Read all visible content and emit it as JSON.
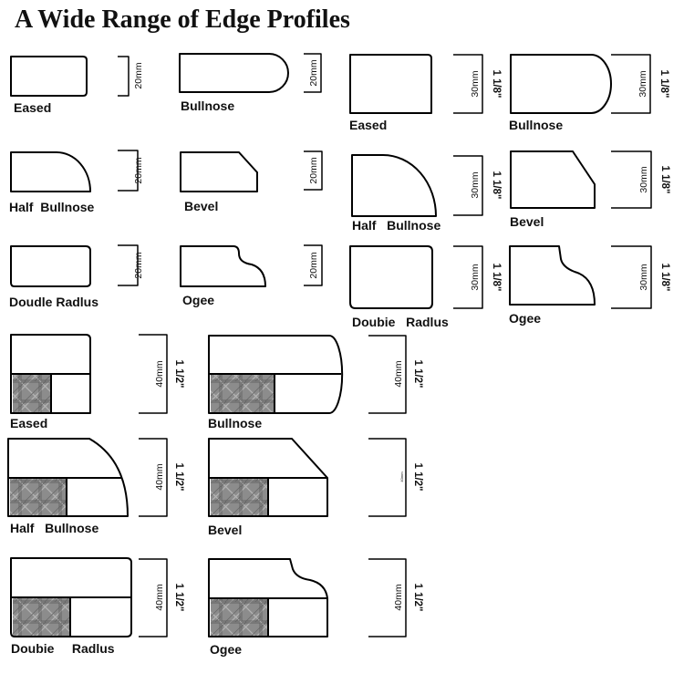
{
  "title": "A Wide Range of Edge Profiles",
  "profiles_20mm": [
    {
      "label": "Eased",
      "metric": "20mm"
    },
    {
      "label": "Bullnose",
      "metric": "20mm"
    },
    {
      "label": "Half  Bullnose",
      "metric": "20mm"
    },
    {
      "label": "Bevel",
      "metric": "20mm"
    },
    {
      "label": "Doudle Radlus",
      "metric": "20mm"
    },
    {
      "label": "Ogee",
      "metric": "20mm"
    }
  ],
  "profiles_30mm": [
    {
      "label": "Eased",
      "metric": "30mm",
      "imperial": "1 1/8\""
    },
    {
      "label": "Bullnose",
      "metric": "30mm",
      "imperial": "1 1/8\""
    },
    {
      "label": "Half   Bullnose",
      "metric": "30mm",
      "imperial": "1 1/8\""
    },
    {
      "label": "Bevel",
      "metric": "30mm",
      "imperial": "1 1/8\""
    },
    {
      "label": "Doubie   Radlus",
      "metric": "30mm",
      "imperial": "1 1/8\""
    },
    {
      "label": "Ogee",
      "metric": "30mm",
      "imperial": "1 1/8\""
    }
  ],
  "profiles_40mm": [
    {
      "label": "Eased",
      "metric": "40mm",
      "imperial": "1 1/2\""
    },
    {
      "label": "Bullnose",
      "metric": "40mm",
      "imperial": "1 1/2\""
    },
    {
      "label": "Half   Bullnose",
      "metric": "40mm",
      "imperial": "1 1/2\""
    },
    {
      "label": "Bevel",
      "metric": "40mm",
      "imperial": "1 1/2\""
    },
    {
      "label": "Doubie     Radlus",
      "metric": "40mm",
      "imperial": "1 1/2\""
    },
    {
      "label": "Ogee",
      "metric": "40mm",
      "imperial": "1 1/2\""
    }
  ]
}
